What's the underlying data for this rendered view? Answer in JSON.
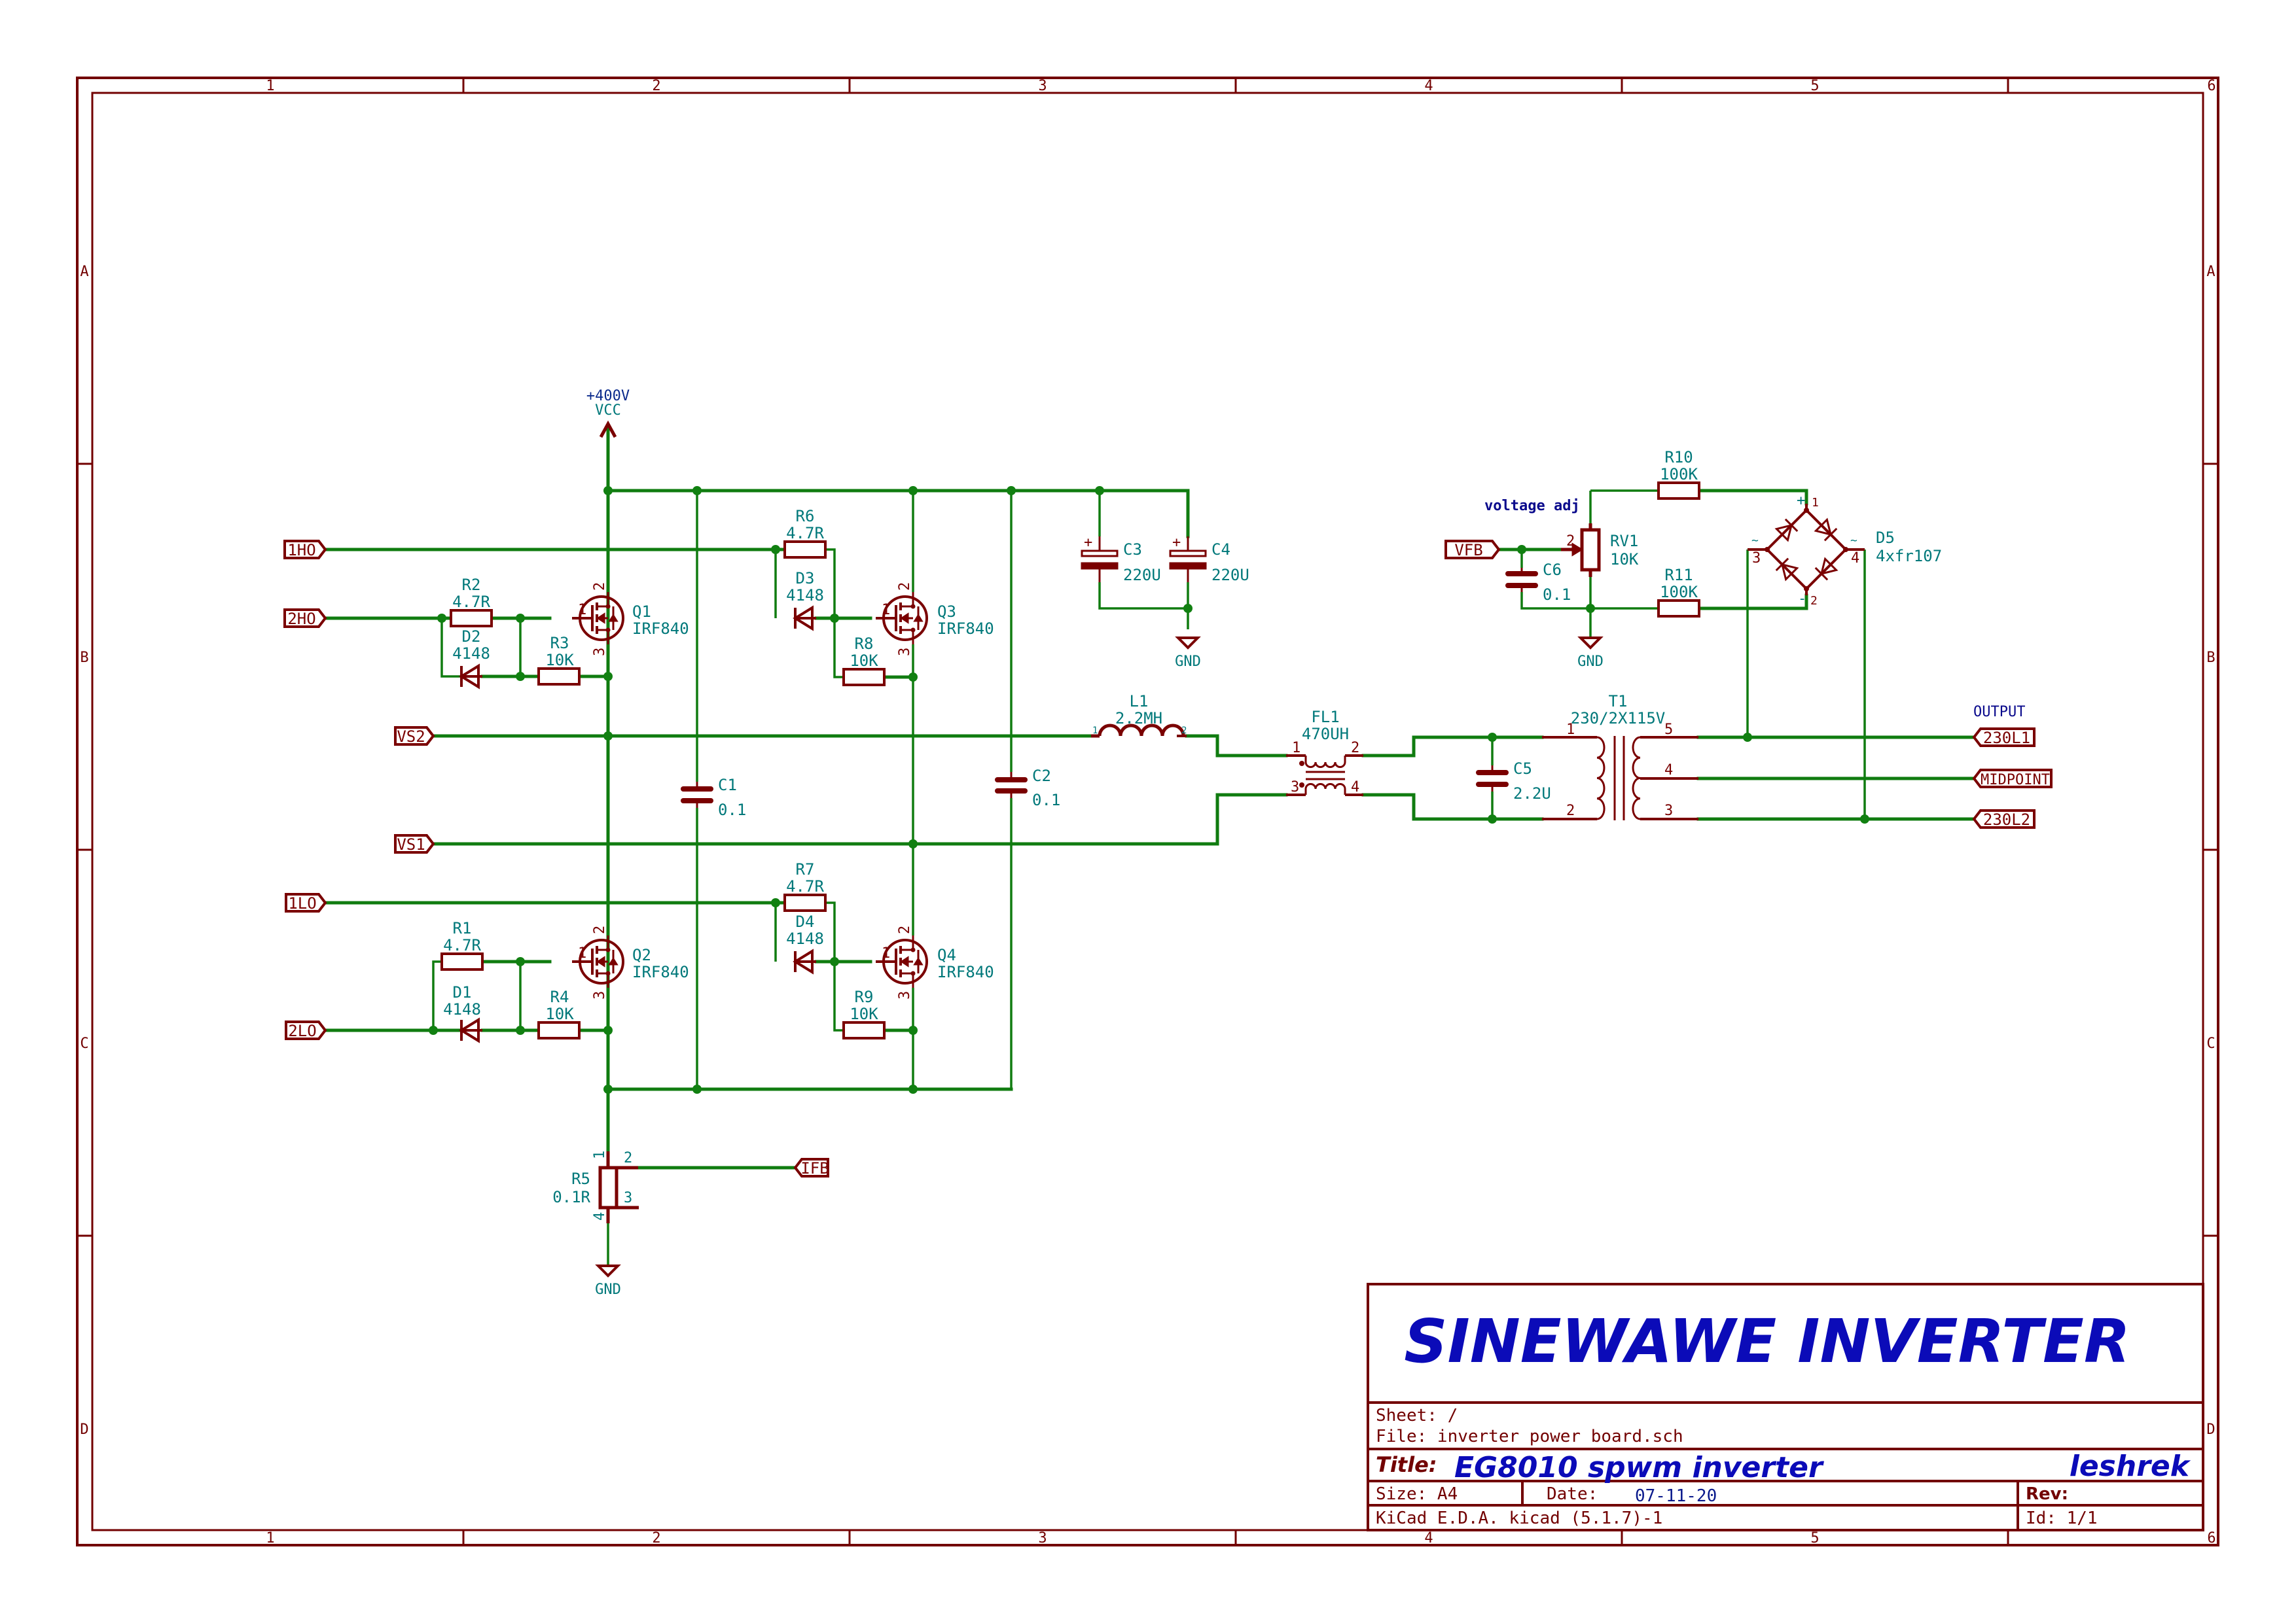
{
  "sheet": {
    "columns": [
      "1",
      "2",
      "3",
      "4",
      "5",
      "6"
    ],
    "rows": [
      "A",
      "B",
      "C",
      "D"
    ]
  },
  "title_block": {
    "banner": "SINEWAWE INVERTER",
    "sheet_label": "Sheet: /",
    "file_label": "File: inverter power board.sch",
    "title_label": "Title:",
    "title_value": "EG8010 spwm inverter",
    "author": "leshrek",
    "size_label": "Size: A4",
    "date_label": "Date:",
    "date_value": "07-11-20",
    "rev_label": "Rev:",
    "tool_label": "KiCad E.D.A.  kicad (5.1.7)-1",
    "id_label": "Id: 1/1"
  },
  "power": {
    "vcc_value": "+400V",
    "vcc_name": "VCC",
    "gnd": "GND"
  },
  "flags": {
    "hi1": "1HO",
    "hi2": "2HO",
    "vs2": "VS2",
    "vs1": "VS1",
    "lo1": "1LO",
    "lo2": "2LO",
    "ifb": "IFB",
    "vfb": "VFB",
    "out1": "230L1",
    "mid": "MIDPOINT",
    "out2": "230L2"
  },
  "notes": {
    "voltage_adj": "voltage adj",
    "output": "OUTPUT"
  },
  "components": {
    "Q1": {
      "ref": "Q1",
      "value": "IRF840"
    },
    "Q2": {
      "ref": "Q2",
      "value": "IRF840"
    },
    "Q3": {
      "ref": "Q3",
      "value": "IRF840"
    },
    "Q4": {
      "ref": "Q4",
      "value": "IRF840"
    },
    "R1": {
      "ref": "R1",
      "value": "4.7R"
    },
    "R2": {
      "ref": "R2",
      "value": "4.7R"
    },
    "R3": {
      "ref": "R3",
      "value": "10K"
    },
    "R4": {
      "ref": "R4",
      "value": "10K"
    },
    "R5": {
      "ref": "R5",
      "value": "0.1R"
    },
    "R6": {
      "ref": "R6",
      "value": "4.7R"
    },
    "R7": {
      "ref": "R7",
      "value": "4.7R"
    },
    "R8": {
      "ref": "R8",
      "value": "10K"
    },
    "R9": {
      "ref": "R9",
      "value": "10K"
    },
    "R10": {
      "ref": "R10",
      "value": "100K"
    },
    "R11": {
      "ref": "R11",
      "value": "100K"
    },
    "RV1": {
      "ref": "RV1",
      "value": "10K"
    },
    "D1": {
      "ref": "D1",
      "value": "4148"
    },
    "D2": {
      "ref": "D2",
      "value": "4148"
    },
    "D3": {
      "ref": "D3",
      "value": "4148"
    },
    "D4": {
      "ref": "D4",
      "value": "4148"
    },
    "D5": {
      "ref": "D5",
      "value": "4xfr107"
    },
    "C1": {
      "ref": "C1",
      "value": "0.1"
    },
    "C2": {
      "ref": "C2",
      "value": "0.1"
    },
    "C3": {
      "ref": "C3",
      "value": "220U"
    },
    "C4": {
      "ref": "C4",
      "value": "220U"
    },
    "C5": {
      "ref": "C5",
      "value": "2.2U"
    },
    "C6": {
      "ref": "C6",
      "value": "0.1"
    },
    "L1": {
      "ref": "L1",
      "value": "2.2MH"
    },
    "FL1": {
      "ref": "FL1",
      "value": "470UH"
    },
    "T1": {
      "ref": "T1",
      "value": "230/2X115V"
    }
  },
  "pins": {
    "p1": "1",
    "p2": "2",
    "p3": "3",
    "p4": "4",
    "p5": "5",
    "plus": "+",
    "tilde": "~",
    "minus": "-"
  }
}
